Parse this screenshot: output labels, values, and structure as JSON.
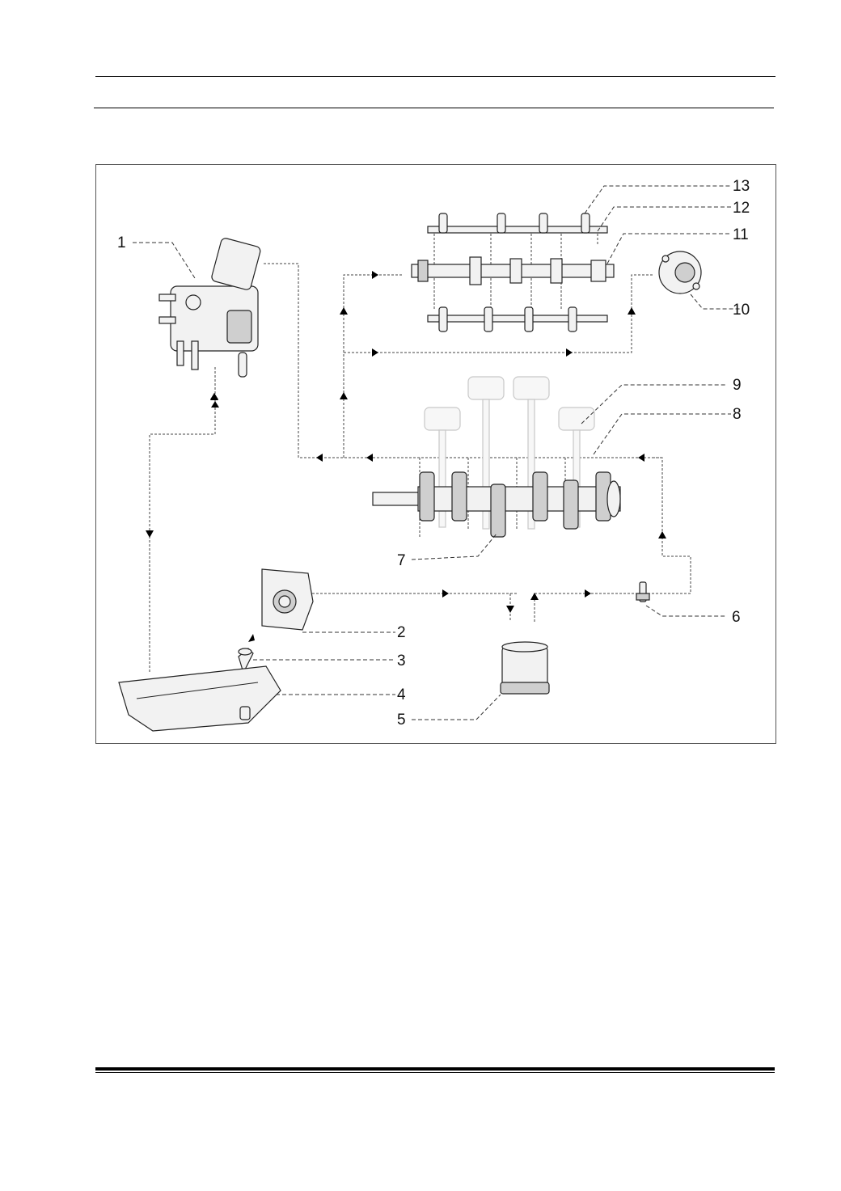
{
  "page": {
    "header_rules": 2,
    "footer_rule": 1
  },
  "figure": {
    "callouts": [
      "1",
      "2",
      "3",
      "4",
      "5",
      "6",
      "7",
      "8",
      "9",
      "10",
      "11",
      "12",
      "13"
    ]
  }
}
